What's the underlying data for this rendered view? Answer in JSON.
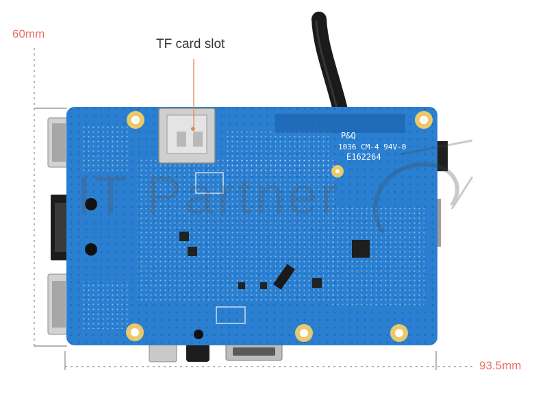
{
  "callout": {
    "label": "TF card slot"
  },
  "dimensions": {
    "height": "60mm",
    "width": "93.5mm"
  },
  "board_markings": {
    "brand": "P&Q",
    "code": "1036 CM-4 94V-0",
    "serial": "E162264"
  },
  "watermark": "IT Partner",
  "colors": {
    "pcb_blue": "#2a7fd1",
    "pcb_dark": "#1c5fa8",
    "dimension_accent": "#e8706a",
    "leader_line": "#e8845a"
  }
}
